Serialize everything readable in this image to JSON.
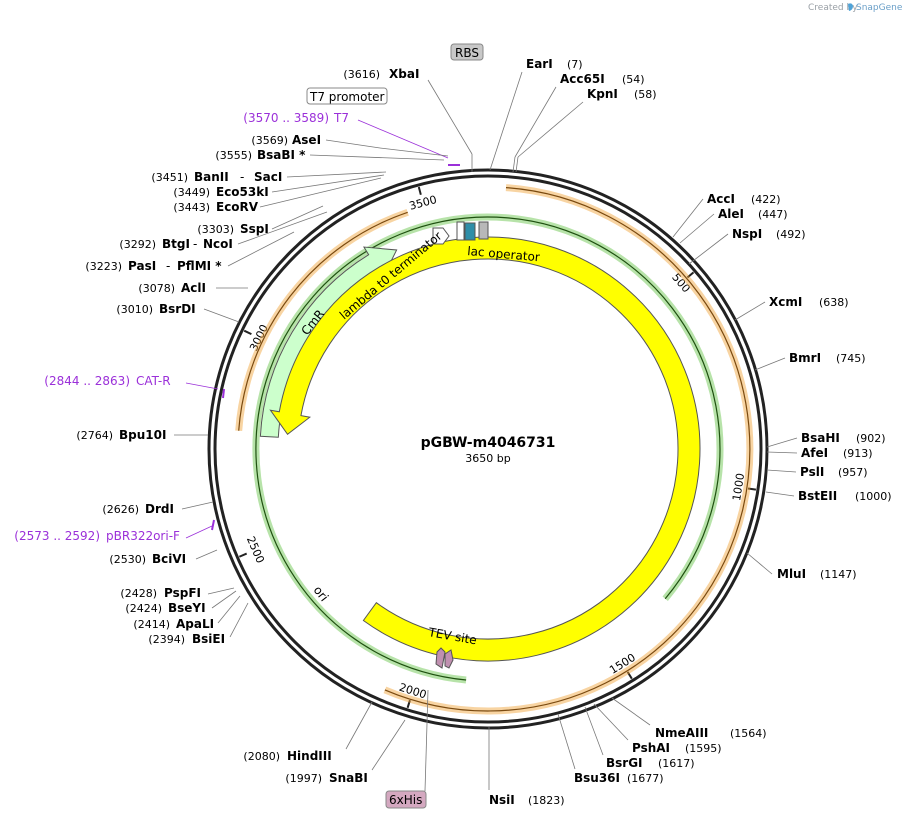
{
  "credit": {
    "created_by": "Created by",
    "app": "SnapGene"
  },
  "plasmid": {
    "name": "pGBW-m4046731",
    "length": "3650 bp"
  },
  "ticks": [
    "500",
    "1000",
    "1500",
    "2000",
    "2500",
    "3000",
    "3500"
  ],
  "features": {
    "cmr": "CmR",
    "ori": "ori",
    "lambda": "lambda t0 terminator",
    "lac": "lac operator",
    "tev": "TEV site",
    "rbs": "RBS",
    "t7promoter": "T7 promoter",
    "his": "6xHis"
  },
  "enzymes": [
    {
      "name": "XbaI",
      "pos": "(3616)"
    },
    {
      "name": "EarI",
      "pos": "(7)"
    },
    {
      "name": "Acc65I",
      "pos": "(54)"
    },
    {
      "name": "KpnI",
      "pos": "(58)"
    },
    {
      "name": "AseI",
      "pos": "(3569)"
    },
    {
      "name": "BsaBI *",
      "pos": "(3555)"
    },
    {
      "name": "BanII",
      "sep": "-",
      "name2": "SacI",
      "pos": "(3451)"
    },
    {
      "name": "Eco53kI",
      "pos": "(3449)"
    },
    {
      "name": "EcoRV",
      "pos": "(3443)"
    },
    {
      "name": "SspI",
      "pos": "(3303)"
    },
    {
      "name": "BtgI",
      "sep": "-",
      "name2": "NcoI",
      "pos": "(3292)"
    },
    {
      "name": "PasI",
      "sep": "-",
      "name2": "PflMI *",
      "pos": "(3223)"
    },
    {
      "name": "AclI",
      "pos": "(3078)"
    },
    {
      "name": "BsrDI",
      "pos": "(3010)"
    },
    {
      "name": "Bpu10I",
      "pos": "(2764)"
    },
    {
      "name": "DrdI",
      "pos": "(2626)"
    },
    {
      "name": "BciVI",
      "pos": "(2530)"
    },
    {
      "name": "PspFI",
      "pos": "(2428)"
    },
    {
      "name": "BseYI",
      "pos": "(2424)"
    },
    {
      "name": "ApaLI",
      "pos": "(2414)"
    },
    {
      "name": "BsiEI",
      "pos": "(2394)"
    },
    {
      "name": "HindIII",
      "pos": "(2080)"
    },
    {
      "name": "SnaBI",
      "pos": "(1997)"
    },
    {
      "name": "NsiI",
      "pos": "(1823)"
    },
    {
      "name": "Bsu36I",
      "pos": "(1677)"
    },
    {
      "name": "BsrGI",
      "pos": "(1617)"
    },
    {
      "name": "PshAI",
      "pos": "(1595)"
    },
    {
      "name": "NmeAIII",
      "pos": "(1564)"
    },
    {
      "name": "MluI",
      "pos": "(1147)"
    },
    {
      "name": "BstEII",
      "pos": "(1000)"
    },
    {
      "name": "PslI",
      "pos": "(957)"
    },
    {
      "name": "AfeI",
      "pos": "(913)"
    },
    {
      "name": "BsaHI",
      "pos": "(902)"
    },
    {
      "name": "BmrI",
      "pos": "(745)"
    },
    {
      "name": "XcmI",
      "pos": "(638)"
    },
    {
      "name": "NspI",
      "pos": "(492)"
    },
    {
      "name": "AleI",
      "pos": "(447)"
    },
    {
      "name": "AccI",
      "pos": "(422)"
    }
  ],
  "primers": [
    {
      "range": "(3570 .. 3589)",
      "name": "T7"
    },
    {
      "range": "(2844 .. 2863)",
      "name": "CAT-R"
    },
    {
      "range": "(2573 .. 2592)",
      "name": "pBR322ori-F"
    }
  ],
  "colors": {
    "cmr": "#ccffcc",
    "ori": "#ffff00",
    "orange_orf": "#f0a030",
    "green_orf": "#60c040",
    "primer": "#9b30d9",
    "lac": "#2f8ea8",
    "tev": "#c090b0",
    "his_box": "#d4a8c0",
    "rbs_box": "#c8c8c8"
  }
}
